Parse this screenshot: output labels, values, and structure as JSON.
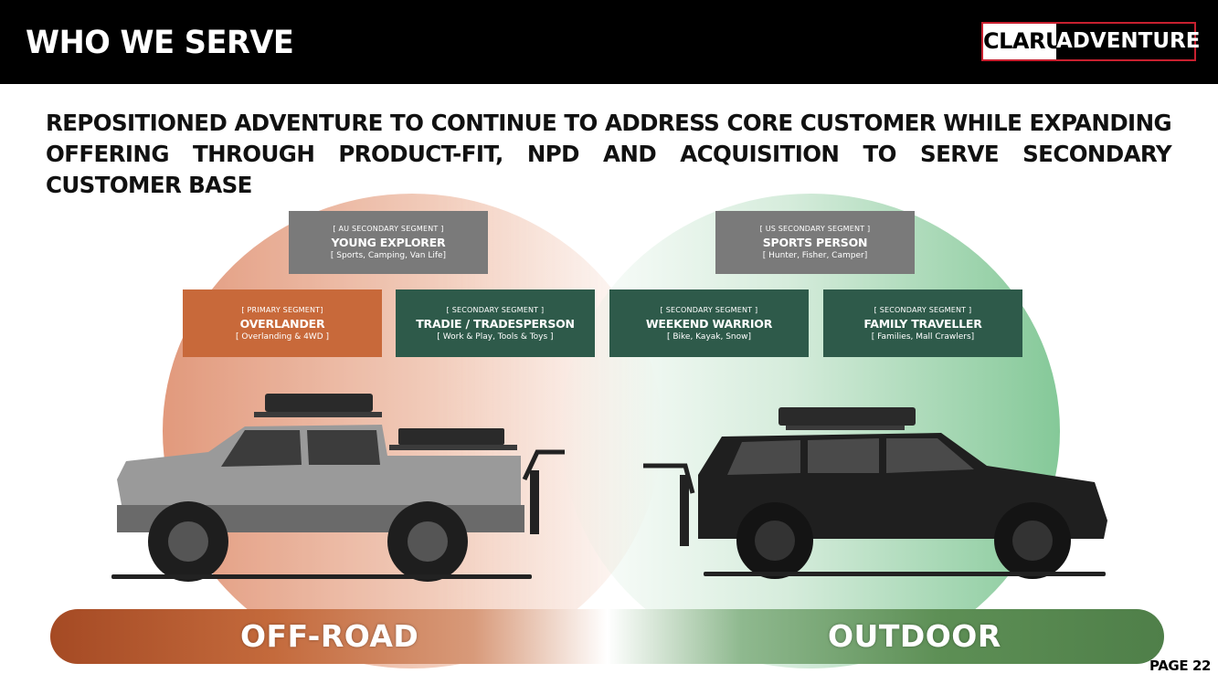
{
  "header": {
    "title": "WHO WE SERVE",
    "logo_left": "CLARUS",
    "logo_right": "ADVENTURE"
  },
  "headline": "REPOSITIONED ADVENTURE TO CONTINUE TO ADDRESS CORE CUSTOMER WHILE EXPANDING OFFERING THROUGH PRODUCT-FIT, NPD AND ACQUISITION TO SERVE SECONDARY CUSTOMER BASE",
  "segments": [
    {
      "tag": "[ AU SECONDARY SEGMENT ]",
      "name": "YOUNG EXPLORER",
      "desc": "[ Sports, Camping, Van Life]"
    },
    {
      "tag": "[ US SECONDARY SEGMENT ]",
      "name": "SPORTS PERSON",
      "desc": "[ Hunter, Fisher, Camper]"
    },
    {
      "tag": "[ PRIMARY SEGMENT]",
      "name": "OVERLANDER",
      "desc": "[ Overlanding & 4WD ]"
    },
    {
      "tag": "[ SECONDARY SEGMENT ]",
      "name": "TRADIE / TRADESPERSON",
      "desc": "[ Work & Play, Tools & Toys ]"
    },
    {
      "tag": "[ SECONDARY SEGMENT ]",
      "name": "WEEKEND WARRIOR",
      "desc": "[ Bike, Kayak, Snow]"
    },
    {
      "tag": "[ SECONDARY SEGMENT ]",
      "name": "FAMILY TRAVELLER",
      "desc": "[ Families, Mall Crawlers]"
    }
  ],
  "banner": {
    "left_label": "OFF-ROAD",
    "right_label": "OUTDOOR"
  },
  "colors": {
    "primary_segment": "#c8693a",
    "secondary_segment": "#2e5a4a",
    "regional_segment": "#7a7a7a",
    "logo_border": "#c8202f"
  },
  "page": "PAGE 22"
}
